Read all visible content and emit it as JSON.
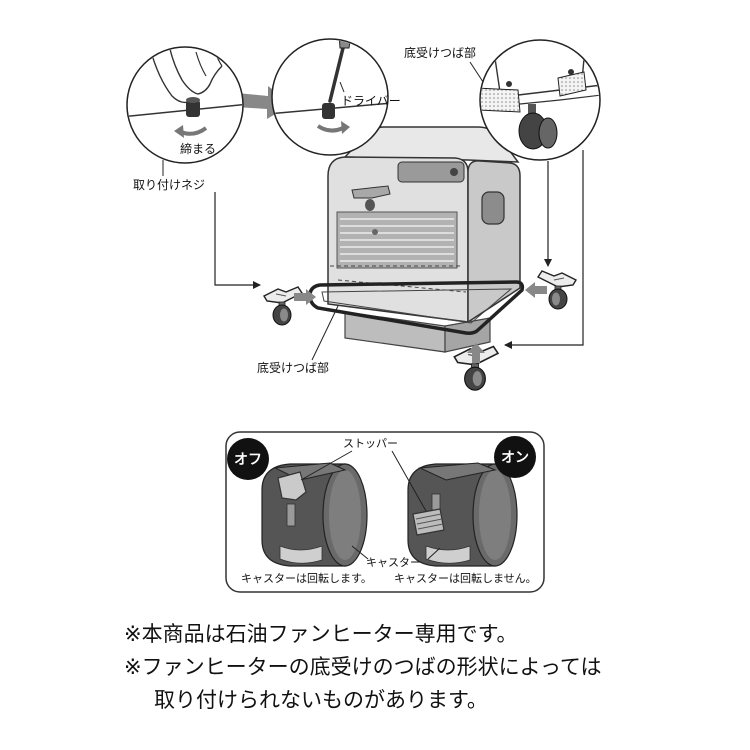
{
  "diagram": {
    "top": {
      "tighten_label": "締まる",
      "mounting_screw_label": "取り付けネジ",
      "screwdriver_label": "ドライバー",
      "flange_label_top": "底受けつば部",
      "flange_label_bottom": "底受けつば部"
    },
    "stopper_panel": {
      "off_badge": "オフ",
      "on_badge": "オン",
      "stopper_label": "ストッパー",
      "caster_label": "キャスター",
      "off_caption": "キャスターは回転します。",
      "on_caption": "キャスターは回転しません。"
    }
  },
  "notes": {
    "line1": "※本商品は石油ファンヒーター専用です。",
    "line2": "※ファンヒーターの底受けのつばの形状によっては",
    "line3": "取り付けられないものがあります。"
  },
  "colors": {
    "badge_fill": "#111111",
    "arrow_gray": "#888888",
    "outline": "#222222"
  }
}
